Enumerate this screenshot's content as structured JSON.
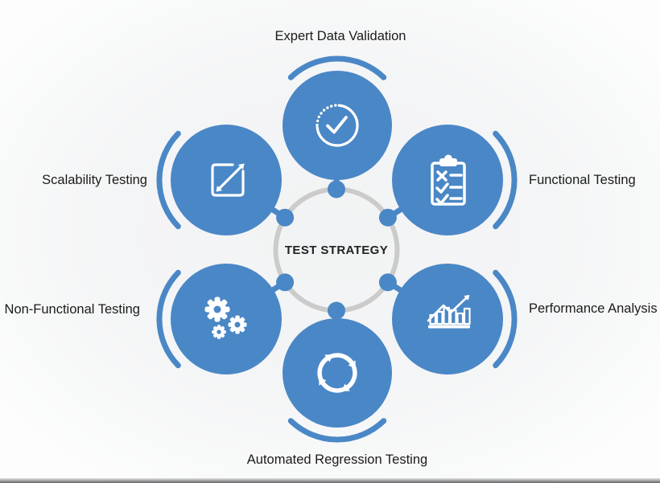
{
  "diagram": {
    "title": "TEST STRATEGY",
    "nodes": [
      {
        "label": "Expert Data Validation",
        "position": "top",
        "icon": "check-circle-icon"
      },
      {
        "label": "Functional Testing",
        "position": "upper-right",
        "icon": "clipboard-checklist-icon"
      },
      {
        "label": "Performance Analysis",
        "position": "lower-right",
        "icon": "growth-bar-chart-icon"
      },
      {
        "label": "Automated Regression Testing",
        "position": "bottom",
        "icon": "cycle-arrows-icon"
      },
      {
        "label": "Non-Functional Testing",
        "position": "lower-left",
        "icon": "gears-icon"
      },
      {
        "label": "Scalability Testing",
        "position": "upper-left",
        "icon": "scale-expand-icon"
      }
    ],
    "colors": {
      "accent": "#4A87C6",
      "ring": "#CBCBCB",
      "background": "#F4F5F6",
      "label_text": "#1B1B1B"
    }
  }
}
